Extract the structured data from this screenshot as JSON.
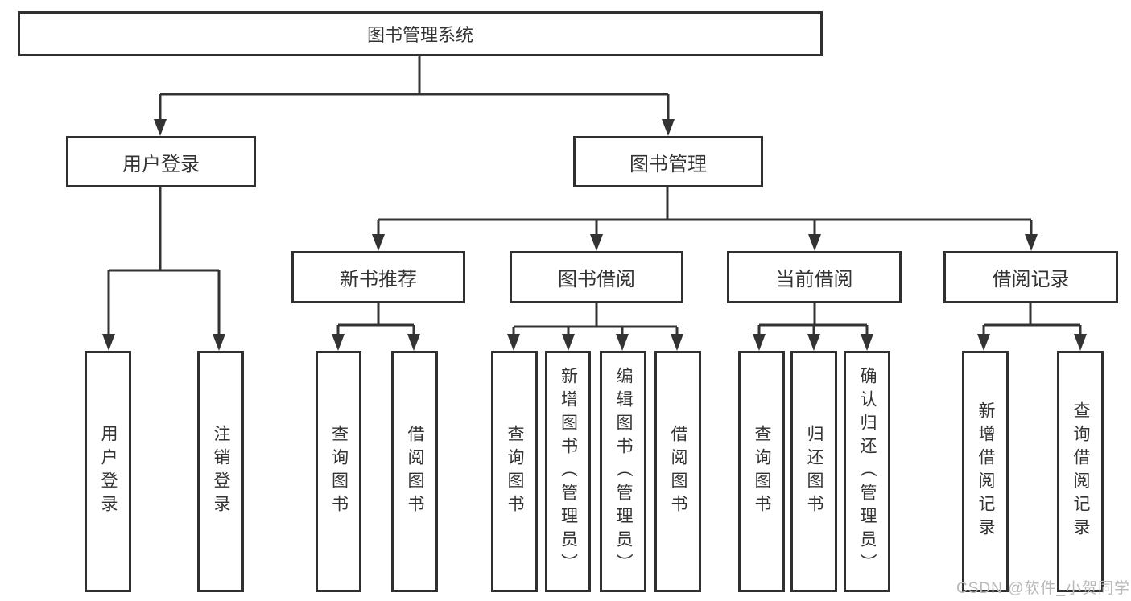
{
  "diagram": {
    "root": {
      "label": "图书管理系统"
    },
    "level1": [
      {
        "label": "用户登录"
      },
      {
        "label": "图书管理"
      }
    ],
    "level2": [
      {
        "label": "新书推荐"
      },
      {
        "label": "图书借阅"
      },
      {
        "label": "当前借阅"
      },
      {
        "label": "借阅记录"
      }
    ],
    "leaves": [
      {
        "label": "用户登录"
      },
      {
        "label": "注销登录"
      },
      {
        "label": "查询图书"
      },
      {
        "label": "借阅图书"
      },
      {
        "label": "查询图书"
      },
      {
        "label": "新增图书（管理员）"
      },
      {
        "label": "编辑图书（管理员）"
      },
      {
        "label": "借阅图书"
      },
      {
        "label": "查询图书"
      },
      {
        "label": "归还图书"
      },
      {
        "label": "确认归还（管理员）"
      },
      {
        "label": "新增借阅记录"
      },
      {
        "label": "查询借阅记录"
      }
    ]
  },
  "watermark": {
    "text": "CSDN @软件_小贺同学"
  },
  "colors": {
    "line": "#333333",
    "box_border": "#303030",
    "text": "#333333",
    "watermark": "#b9b9b9",
    "background": "#ffffff"
  }
}
